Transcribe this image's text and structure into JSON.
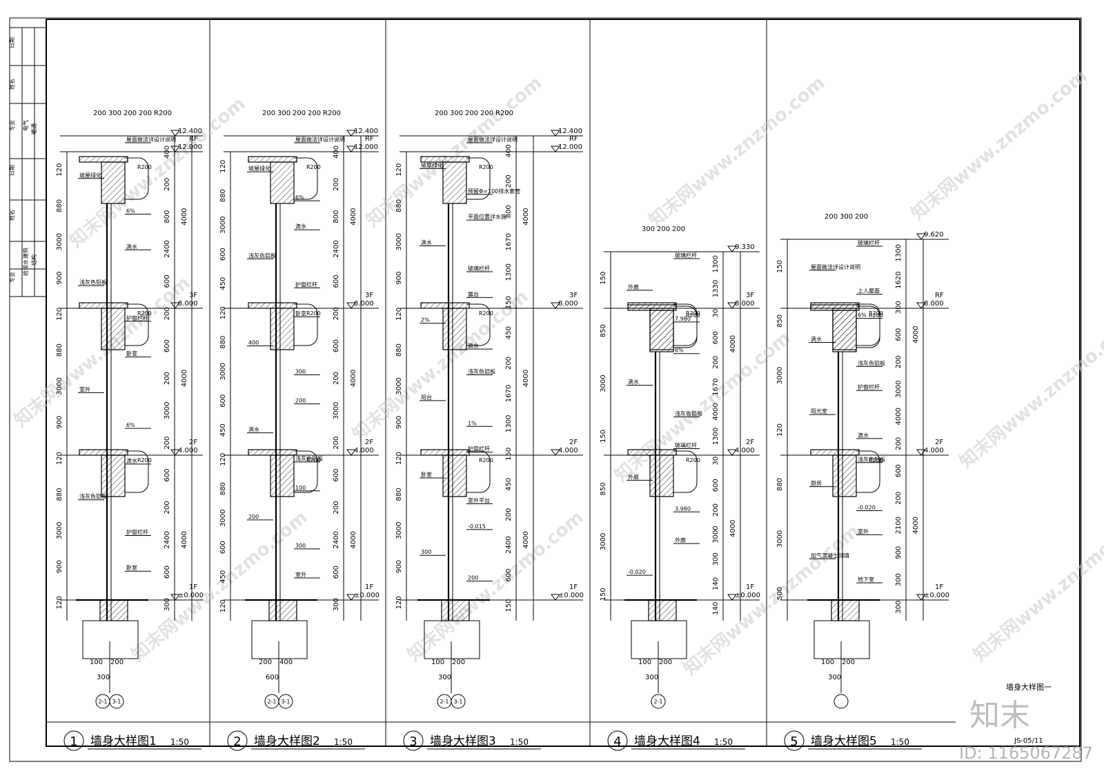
{
  "sheet": {
    "side_labels": [
      "日期",
      "姓名",
      "专业",
      "建筑",
      "结构",
      "给排水",
      "电气",
      "暖通",
      "日期",
      "姓名",
      "专业"
    ],
    "bottom_right_code": "JS-05/11",
    "wall_detail_label": "墙身大样图一",
    "brand_logo": "知末",
    "id_text": "ID: 1165067287",
    "watermark": "知末网www.znzmo.com"
  },
  "panels": [
    {
      "num": "1",
      "title": "墙身大样图1",
      "scale": "1:50",
      "top_levels": [
        {
          "val": "12.400"
        },
        {
          "val": "12.000",
          "tag": "RF"
        }
      ],
      "floors": [
        {
          "tag": "3F",
          "val": "8.000"
        },
        {
          "tag": "2F",
          "val": "4.000"
        },
        {
          "tag": "1F",
          "val": "±0.000"
        }
      ],
      "left_dims": [
        "120",
        "880",
        "3000",
        "900",
        "120",
        "880",
        "3000",
        "900",
        "120",
        "880",
        "3000",
        "900",
        "120"
      ],
      "top_dims": [
        "200",
        "300",
        "200",
        "200",
        "R200"
      ],
      "right_dims": [
        "400",
        "200",
        "800",
        "2400",
        "600",
        "200",
        "600",
        "200",
        "3000",
        "200",
        "600",
        "200",
        "2400",
        "600",
        "300"
      ],
      "total_dims": [
        "4000",
        "4000",
        "4000"
      ],
      "notes": [
        "屋面做法详设计说明",
        "坡屋绿化",
        "6%",
        "滴水",
        "浅灰色铝板",
        "护窗栏杆",
        "卧室",
        "室外",
        "6%",
        "滴水",
        "浅灰色铝板",
        "护窗栏杆",
        "卧室"
      ],
      "axis_dims": [
        "100",
        "200",
        "300"
      ],
      "axes": [
        "2-1",
        "3-1"
      ]
    },
    {
      "num": "2",
      "title": "墙身大样图2",
      "scale": "1:50",
      "top_levels": [
        {
          "val": "12.400"
        },
        {
          "val": "12.000",
          "tag": "RF"
        }
      ],
      "floors": [
        {
          "tag": "3F",
          "val": "8.000"
        },
        {
          "tag": "2F",
          "val": "4.000"
        },
        {
          "tag": "1F",
          "val": "±0.000"
        }
      ],
      "left_dims": [
        "120",
        "880",
        "3000",
        "600",
        "450",
        "120",
        "880",
        "3000",
        "600",
        "450",
        "120",
        "880",
        "3000",
        "600",
        "450",
        "120"
      ],
      "top_dims": [
        "200",
        "300",
        "200",
        "200",
        "R200"
      ],
      "right_dims": [
        "400",
        "200",
        "800",
        "2400",
        "600",
        "200",
        "600",
        "200",
        "3000",
        "200",
        "600",
        "200",
        "2400",
        "600",
        "300"
      ],
      "total_dims": [
        "4000",
        "4000",
        "4000"
      ],
      "notes": [
        "屋面做法详设计说明",
        "坡屋绿化",
        "6%",
        "滴水",
        "浅灰色铝板",
        "护窗栏杆",
        "卧室",
        "400",
        "300",
        "200",
        "滴水",
        "浅灰色铝板",
        "100",
        "200",
        "300",
        "室外"
      ],
      "axis_dims": [
        "200",
        "400",
        "600"
      ],
      "axes": [
        "2-1",
        "3-1"
      ]
    },
    {
      "num": "3",
      "title": "墙身大样图3",
      "scale": "1:50",
      "top_levels": [
        {
          "val": "12.400"
        },
        {
          "val": "12.000",
          "tag": "RF"
        }
      ],
      "floors": [
        {
          "tag": "3F",
          "val": "8.000"
        },
        {
          "tag": "2F",
          "val": "4.000"
        },
        {
          "tag": "1F",
          "val": "±0.000"
        }
      ],
      "left_dims": [
        "120",
        "880",
        "3000",
        "900",
        "120",
        "880",
        "3000",
        "900",
        "120",
        "880",
        "3000",
        "900",
        "120"
      ],
      "top_dims": [
        "200",
        "300",
        "200",
        "200",
        "R200"
      ],
      "right_dims": [
        "400",
        "200",
        "800",
        "1670",
        "1300",
        "150",
        "450",
        "200",
        "1670",
        "1300",
        "150",
        "450",
        "200",
        "2400",
        "600",
        "150"
      ],
      "total_dims": [
        "4000",
        "4000",
        "4000"
      ],
      "notes": [
        "屋面做法详设计说明",
        "坡屋绿化",
        "预留Φ=100排水套管",
        "平面位置详水施",
        "滴水",
        "玻璃栏杆",
        "露台",
        "2%",
        "滴水",
        "浅灰色铝板",
        "阳台",
        "1%",
        "护窗栏杆",
        "卧室",
        "室外平台",
        "-0.015",
        "300",
        "200"
      ],
      "axis_dims": [
        "100",
        "200",
        "300"
      ],
      "axes": [
        "2-1",
        "3-1"
      ]
    },
    {
      "num": "4",
      "title": "墙身大样图4",
      "scale": "1:50",
      "top_levels": [
        {
          "val": "9.330"
        }
      ],
      "floors": [
        {
          "tag": "3F",
          "val": "8.000"
        },
        {
          "tag": "2F",
          "val": "4.000"
        },
        {
          "tag": "1F",
          "val": "±0.000"
        }
      ],
      "left_dims": [
        "150",
        "850",
        "3000",
        "150",
        "850",
        "3000",
        "150"
      ],
      "top_dims": [
        "300",
        "200",
        "200"
      ],
      "right_dims": [
        "1300",
        "1330",
        "30",
        "600",
        "200",
        "1670",
        "4000",
        "1300",
        "30",
        "600",
        "200",
        "3000",
        "300",
        "140",
        "140"
      ],
      "total_dims": [
        "4000",
        "4000"
      ],
      "notes": [
        "玻璃栏杆",
        "外廊",
        "7.980",
        "6%",
        "滴水",
        "浅灰色铝板",
        "玻璃栏杆",
        "外廊",
        "3.980",
        "外廊",
        "-0.020"
      ],
      "axis_dims": [
        "100",
        "200",
        "300"
      ],
      "axes": [
        "2-1"
      ]
    },
    {
      "num": "5",
      "title": "墙身大样图5",
      "scale": "1:50",
      "top_levels": [
        {
          "val": "9.620"
        }
      ],
      "floors": [
        {
          "tag": "RF",
          "val": "8.000"
        },
        {
          "tag": "2F",
          "val": "4.000"
        },
        {
          "tag": "1F",
          "val": "±0.000"
        }
      ],
      "left_dims": [
        "150",
        "850",
        "3000",
        "120",
        "880",
        "3000",
        "500"
      ],
      "top_dims": [
        "200",
        "300",
        "200"
      ],
      "right_dims": [
        "1300",
        "1620",
        "300",
        "600",
        "200",
        "3000",
        "4000",
        "200",
        "600",
        "200",
        "2100",
        "900",
        "300",
        "300"
      ],
      "total_dims": [
        "4000",
        "4000"
      ],
      "notes": [
        "玻璃栏杆",
        "屋面做法详设计说明",
        "上人屋面",
        "6%",
        "滴水",
        "浅灰色铝板",
        "护窗栏杆",
        "阳光室",
        "滴水",
        "浅灰色铝板",
        "厨房",
        "-0.020",
        "室外",
        "加气混凝土回填",
        "地下室"
      ],
      "axis_dims": [
        "100",
        "200",
        "300"
      ],
      "axes": []
    }
  ]
}
